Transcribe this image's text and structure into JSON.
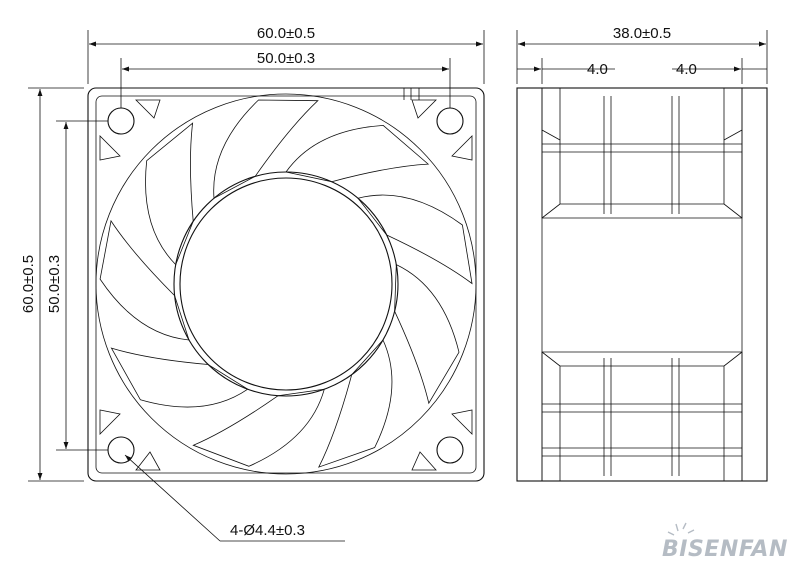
{
  "dimensions": {
    "front_outer_width": "60.0±0.5",
    "front_hole_spacing_width": "50.0±0.3",
    "front_outer_height": "60.0±0.5",
    "front_hole_spacing_height": "50.0±0.3",
    "mounting_holes": "4-Ø4.4±0.3",
    "side_depth": "38.0±0.5",
    "side_flange_left": "4.0",
    "side_flange_right": "4.0"
  },
  "brand": {
    "logo_text": "BISENFAN"
  },
  "colors": {
    "line": "#111111",
    "logo": "#b5bcc4"
  }
}
